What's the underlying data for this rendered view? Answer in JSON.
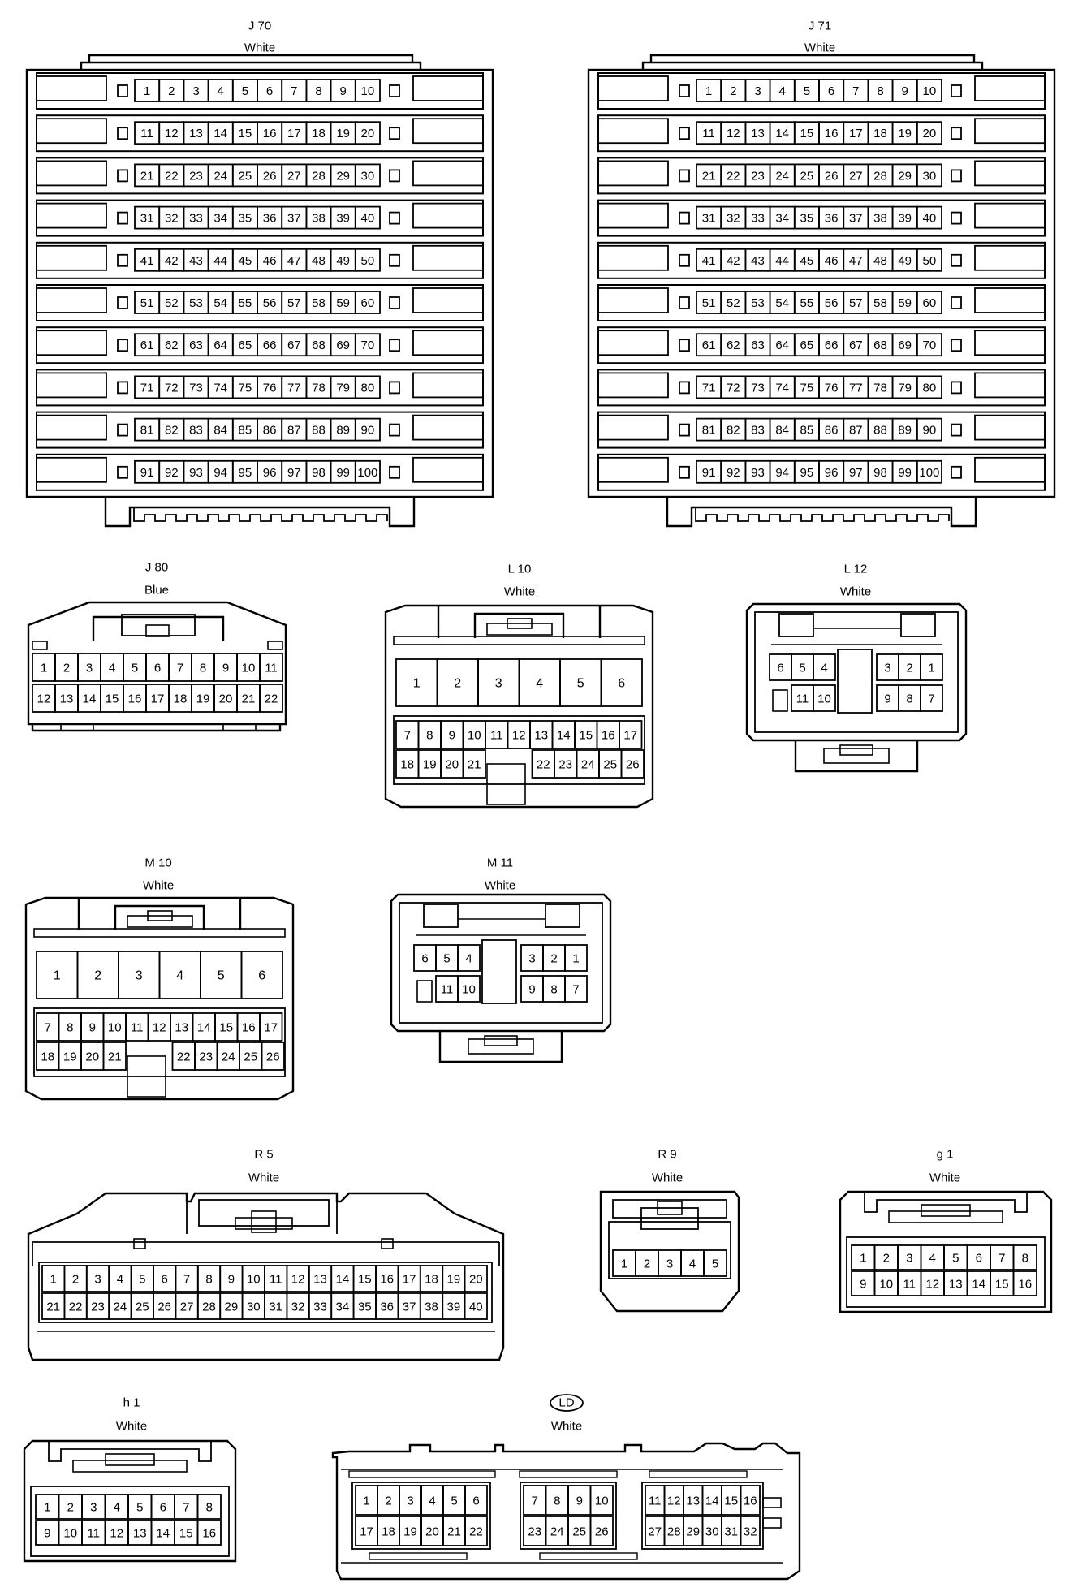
{
  "connectors": [
    {
      "id": "J70",
      "name": "J 70",
      "color": "White",
      "pin_rows": [
        [
          "1",
          "2",
          "3",
          "4",
          "5",
          "6",
          "7",
          "8",
          "9",
          "10"
        ],
        [
          "11",
          "12",
          "13",
          "14",
          "15",
          "16",
          "17",
          "18",
          "19",
          "20"
        ],
        [
          "21",
          "22",
          "23",
          "24",
          "25",
          "26",
          "27",
          "28",
          "29",
          "30"
        ],
        [
          "31",
          "32",
          "33",
          "34",
          "35",
          "36",
          "37",
          "38",
          "39",
          "40"
        ],
        [
          "41",
          "42",
          "43",
          "44",
          "45",
          "46",
          "47",
          "48",
          "49",
          "50"
        ],
        [
          "51",
          "52",
          "53",
          "54",
          "55",
          "56",
          "57",
          "58",
          "59",
          "60"
        ],
        [
          "61",
          "62",
          "63",
          "64",
          "65",
          "66",
          "67",
          "68",
          "69",
          "70"
        ],
        [
          "71",
          "72",
          "73",
          "74",
          "75",
          "76",
          "77",
          "78",
          "79",
          "80"
        ],
        [
          "81",
          "82",
          "83",
          "84",
          "85",
          "86",
          "87",
          "88",
          "89",
          "90"
        ],
        [
          "91",
          "92",
          "93",
          "94",
          "95",
          "96",
          "97",
          "98",
          "99",
          "100"
        ]
      ]
    },
    {
      "id": "J71",
      "name": "J 71",
      "color": "White",
      "pin_rows": [
        [
          "1",
          "2",
          "3",
          "4",
          "5",
          "6",
          "7",
          "8",
          "9",
          "10"
        ],
        [
          "11",
          "12",
          "13",
          "14",
          "15",
          "16",
          "17",
          "18",
          "19",
          "20"
        ],
        [
          "21",
          "22",
          "23",
          "24",
          "25",
          "26",
          "27",
          "28",
          "29",
          "30"
        ],
        [
          "31",
          "32",
          "33",
          "34",
          "35",
          "36",
          "37",
          "38",
          "39",
          "40"
        ],
        [
          "41",
          "42",
          "43",
          "44",
          "45",
          "46",
          "47",
          "48",
          "49",
          "50"
        ],
        [
          "51",
          "52",
          "53",
          "54",
          "55",
          "56",
          "57",
          "58",
          "59",
          "60"
        ],
        [
          "61",
          "62",
          "63",
          "64",
          "65",
          "66",
          "67",
          "68",
          "69",
          "70"
        ],
        [
          "71",
          "72",
          "73",
          "74",
          "75",
          "76",
          "77",
          "78",
          "79",
          "80"
        ],
        [
          "81",
          "82",
          "83",
          "84",
          "85",
          "86",
          "87",
          "88",
          "89",
          "90"
        ],
        [
          "91",
          "92",
          "93",
          "94",
          "95",
          "96",
          "97",
          "98",
          "99",
          "100"
        ]
      ]
    },
    {
      "id": "J80",
      "name": "J 80",
      "color": "Blue",
      "pin_rows": [
        [
          "1",
          "2",
          "3",
          "4",
          "5",
          "6",
          "7",
          "8",
          "9",
          "10",
          "11"
        ],
        [
          "12",
          "13",
          "14",
          "15",
          "16",
          "17",
          "18",
          "19",
          "20",
          "21",
          "22"
        ]
      ]
    },
    {
      "id": "L10",
      "name": "L 10",
      "color": "White",
      "pin_rows": [
        [
          "1",
          "2",
          "3",
          "4",
          "5",
          "6"
        ],
        [
          "7",
          "8",
          "9",
          "10",
          "11",
          "12",
          "13",
          "14",
          "15",
          "16",
          "17"
        ],
        [
          "18",
          "19",
          "20",
          "21",
          "",
          "22",
          "23",
          "24",
          "25",
          "26"
        ]
      ]
    },
    {
      "id": "L12",
      "name": "L 12",
      "color": "White",
      "pin_rows": [
        [
          "6",
          "5",
          "4",
          "3",
          "2",
          "1"
        ],
        [
          "11",
          "10",
          "9",
          "8",
          "7"
        ]
      ]
    },
    {
      "id": "M10",
      "name": "M 10",
      "color": "White",
      "pin_rows": [
        [
          "1",
          "2",
          "3",
          "4",
          "5",
          "6"
        ],
        [
          "7",
          "8",
          "9",
          "10",
          "11",
          "12",
          "13",
          "14",
          "15",
          "16",
          "17"
        ],
        [
          "18",
          "19",
          "20",
          "21",
          "",
          "22",
          "23",
          "24",
          "25",
          "26"
        ]
      ]
    },
    {
      "id": "M11",
      "name": "M 11",
      "color": "White",
      "pin_rows": [
        [
          "6",
          "5",
          "4",
          "3",
          "2",
          "1"
        ],
        [
          "11",
          "10",
          "9",
          "8",
          "7"
        ]
      ]
    },
    {
      "id": "R5",
      "name": "R 5",
      "color": "White",
      "pin_rows": [
        [
          "1",
          "2",
          "3",
          "4",
          "5",
          "6",
          "7",
          "8",
          "9",
          "10",
          "11",
          "12",
          "13",
          "14",
          "15",
          "16",
          "17",
          "18",
          "19",
          "20"
        ],
        [
          "21",
          "22",
          "23",
          "24",
          "25",
          "26",
          "27",
          "28",
          "29",
          "30",
          "31",
          "32",
          "33",
          "34",
          "35",
          "36",
          "37",
          "38",
          "39",
          "40"
        ]
      ]
    },
    {
      "id": "R9",
      "name": "R 9",
      "color": "White",
      "pin_rows": [
        [
          "1",
          "2",
          "3",
          "4",
          "5"
        ]
      ]
    },
    {
      "id": "g1",
      "name": "g 1",
      "color": "White",
      "pin_rows": [
        [
          "1",
          "2",
          "3",
          "4",
          "5",
          "6",
          "7",
          "8"
        ],
        [
          "9",
          "10",
          "11",
          "12",
          "13",
          "14",
          "15",
          "16"
        ]
      ]
    },
    {
      "id": "h1",
      "name": "h 1",
      "color": "White",
      "pin_rows": [
        [
          "1",
          "2",
          "3",
          "4",
          "5",
          "6",
          "7",
          "8"
        ],
        [
          "9",
          "10",
          "11",
          "12",
          "13",
          "14",
          "15",
          "16"
        ]
      ]
    },
    {
      "id": "LD",
      "name": "LD",
      "color": "White",
      "name_style": "oval",
      "pin_groups": [
        {
          "rows": [
            [
              "1",
              "2",
              "3",
              "4",
              "5",
              "6"
            ],
            [
              "17",
              "18",
              "19",
              "20",
              "21",
              "22"
            ]
          ]
        },
        {
          "rows": [
            [
              "7",
              "8",
              "9",
              "10"
            ],
            [
              "23",
              "24",
              "25",
              "26"
            ]
          ]
        },
        {
          "rows": [
            [
              "11",
              "12",
              "13",
              "14",
              "15",
              "16"
            ],
            [
              "27",
              "28",
              "29",
              "30",
              "31",
              "32"
            ]
          ]
        }
      ]
    }
  ]
}
